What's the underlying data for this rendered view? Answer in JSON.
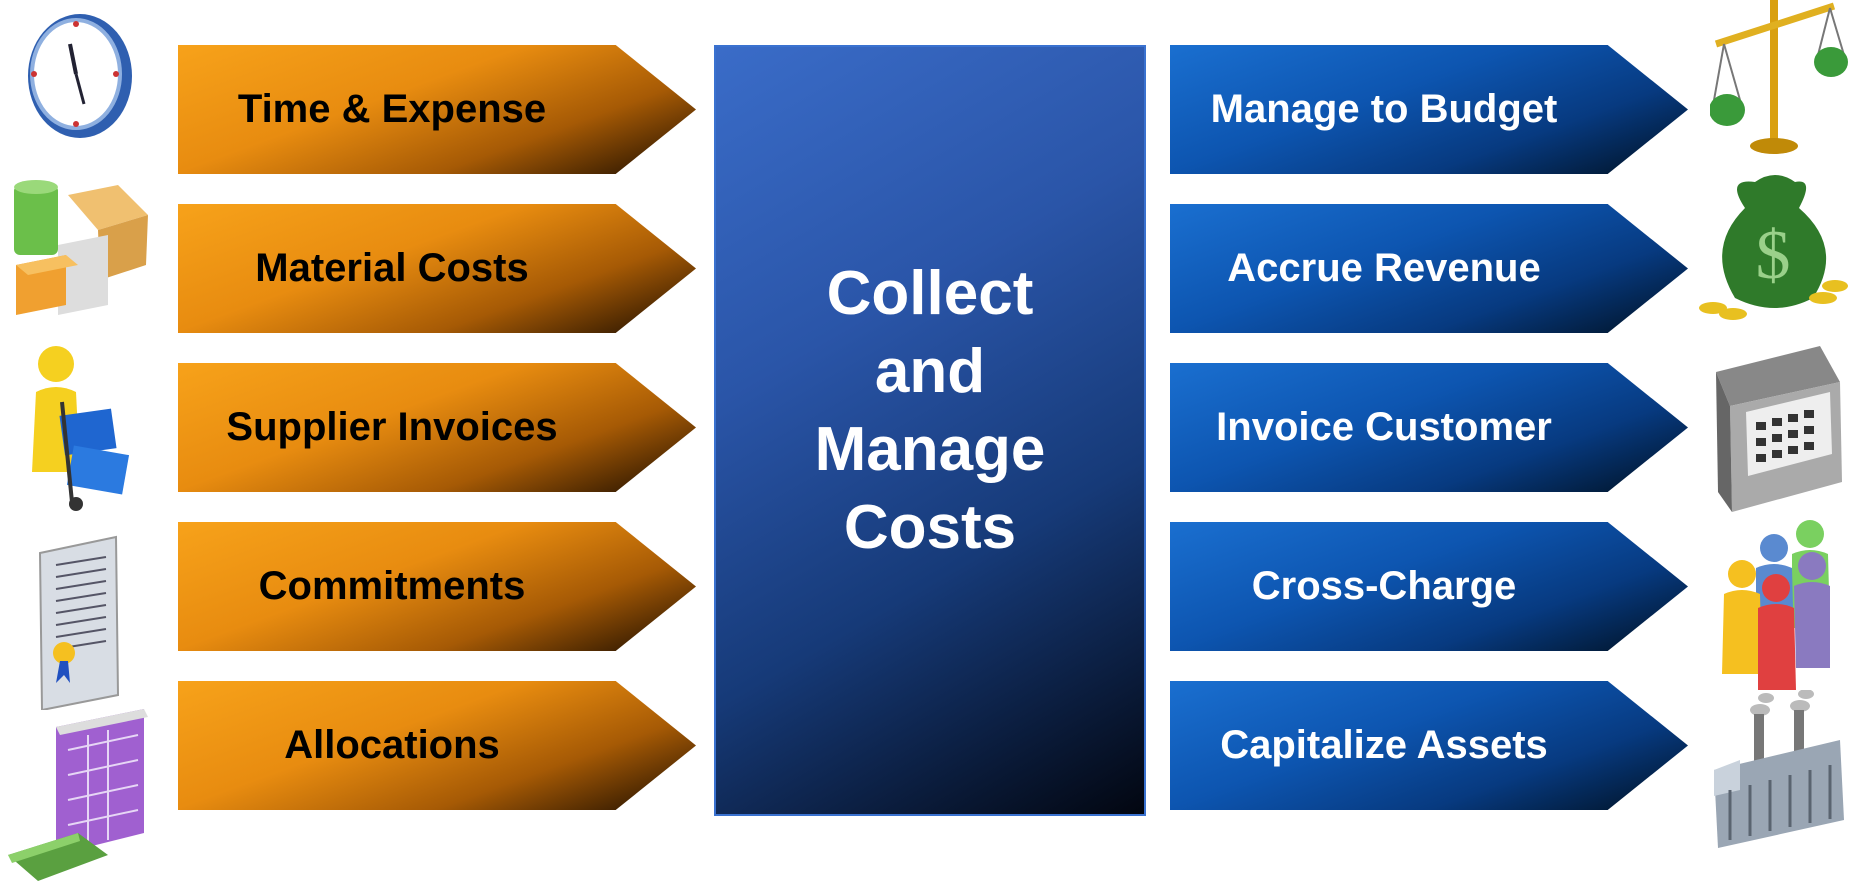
{
  "inputs": [
    {
      "label": "Time & Expense",
      "icon": "clock-icon"
    },
    {
      "label": "Material Costs",
      "icon": "materials-icon"
    },
    {
      "label": "Supplier Invoices",
      "icon": "delivery-person-icon"
    },
    {
      "label": "Commitments",
      "icon": "contract-document-icon"
    },
    {
      "label": "Allocations",
      "icon": "calendar-money-icon"
    }
  ],
  "center": {
    "line1": "Collect",
    "line2": "and",
    "line3": "Manage",
    "line4": "Costs"
  },
  "outputs": [
    {
      "label": "Manage to Budget",
      "icon": "scale-icon"
    },
    {
      "label": "Accrue Revenue",
      "icon": "money-bag-icon"
    },
    {
      "label": "Invoice Customer",
      "icon": "cash-register-icon"
    },
    {
      "label": "Cross-Charge",
      "icon": "people-icon"
    },
    {
      "label": "Capitalize Assets",
      "icon": "factory-icon"
    }
  ],
  "colors": {
    "orange": "#f7a21a",
    "blue": "#0d55b0",
    "center": "#2a55a8"
  }
}
